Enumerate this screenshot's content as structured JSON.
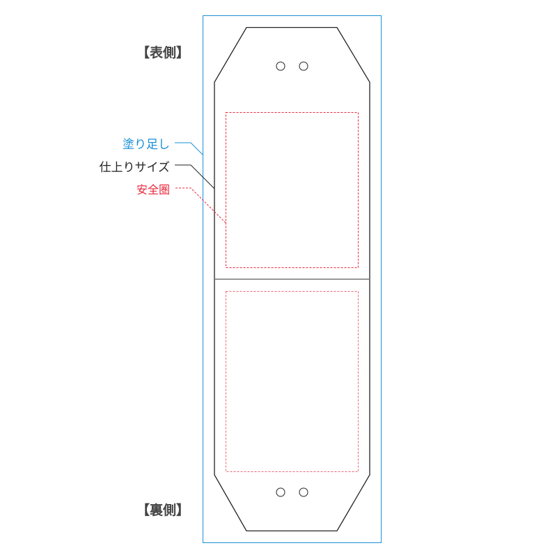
{
  "labels": {
    "front": "【表側】",
    "back": "【裏側】",
    "bleed": "塗り足し",
    "trim": "仕上りサイズ",
    "safe": "安全圏"
  },
  "colors": {
    "bleed": "#1a8fd6",
    "trim": "#222222",
    "safe": "#e8283c",
    "side_label": "#444444"
  }
}
